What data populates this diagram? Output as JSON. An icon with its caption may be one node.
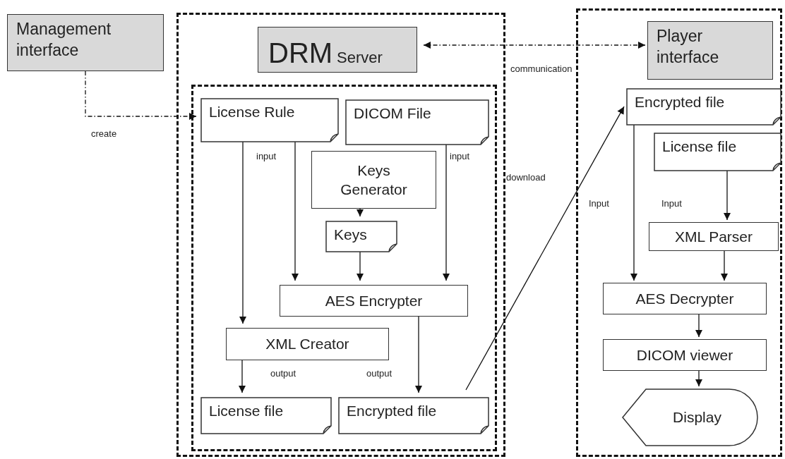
{
  "diagram": {
    "nodes": [
      {
        "text": [
          "Management interface"
        ]
      },
      {
        "text": [],
        "shape": "box"
      },
      {
        "text": [
          "DRM",
          "Server"
        ],
        "in": 1
      },
      {
        "text": [],
        "shape": "box",
        "in": 1
      },
      {
        "text": [
          "License Rule"
        ],
        "in": 3
      },
      {
        "text": [
          "DICOM File"
        ],
        "in": 3
      },
      {
        "text": [
          "Keys Generator"
        ],
        "in": 3
      },
      {
        "text": [
          "Keys"
        ],
        "in": 3
      },
      {
        "text": [
          "AES Encrypter"
        ],
        "in": 3
      },
      {
        "text": [
          "XML Creator"
        ],
        "in": 3
      },
      {
        "text": [
          "License file"
        ],
        "in": 3
      },
      {
        "text": [
          "Encrypted file"
        ],
        "in": 3
      },
      {
        "text": [],
        "shape": "box"
      },
      {
        "text": [
          "Player interface"
        ],
        "in": 12
      },
      {
        "text": [
          "Encrypted file"
        ],
        "in": 12
      },
      {
        "text": [
          "License file"
        ],
        "in": 12
      },
      {
        "text": [
          "XML Parser"
        ],
        "in": 12
      },
      {
        "text": [
          "AES Decrypter"
        ],
        "in": 12
      },
      {
        "text": [
          "DICOM viewer"
        ],
        "in": 12
      },
      {
        "text": [
          "Display"
        ],
        "in": 12
      }
    ],
    "edges": [
      {
        "from": 0,
        "to": 4,
        "arrow": "to",
        "label": "create",
        "style": "dashed"
      },
      {
        "from": 2,
        "to": 13,
        "arrow": "both",
        "label": "communication",
        "style": "dashed"
      },
      {
        "from": 4,
        "to": 9,
        "arrow": "to"
      },
      {
        "from": 4,
        "to": 8,
        "arrow": "to",
        "label": "input"
      },
      {
        "from": 5,
        "to": 8,
        "arrow": "to",
        "label": "input"
      },
      {
        "from": 6,
        "to": 7,
        "arrow": "to"
      },
      {
        "from": 7,
        "to": 8,
        "arrow": "to"
      },
      {
        "from": 8,
        "to": 11,
        "arrow": "to",
        "label": "output"
      },
      {
        "from": 9,
        "to": 10,
        "arrow": "to",
        "label": "output"
      },
      {
        "from": 11,
        "to": 14,
        "arrow": "to",
        "label": "download"
      },
      {
        "from": 14,
        "to": 17,
        "arrow": "to",
        "label": "Input"
      },
      {
        "from": 15,
        "to": 16,
        "arrow": "to",
        "label": "Input"
      },
      {
        "from": 16,
        "to": 17,
        "arrow": "to"
      },
      {
        "from": 17,
        "to": 18,
        "arrow": "to"
      },
      {
        "from": 18,
        "to": 19,
        "arrow": "to"
      }
    ]
  }
}
